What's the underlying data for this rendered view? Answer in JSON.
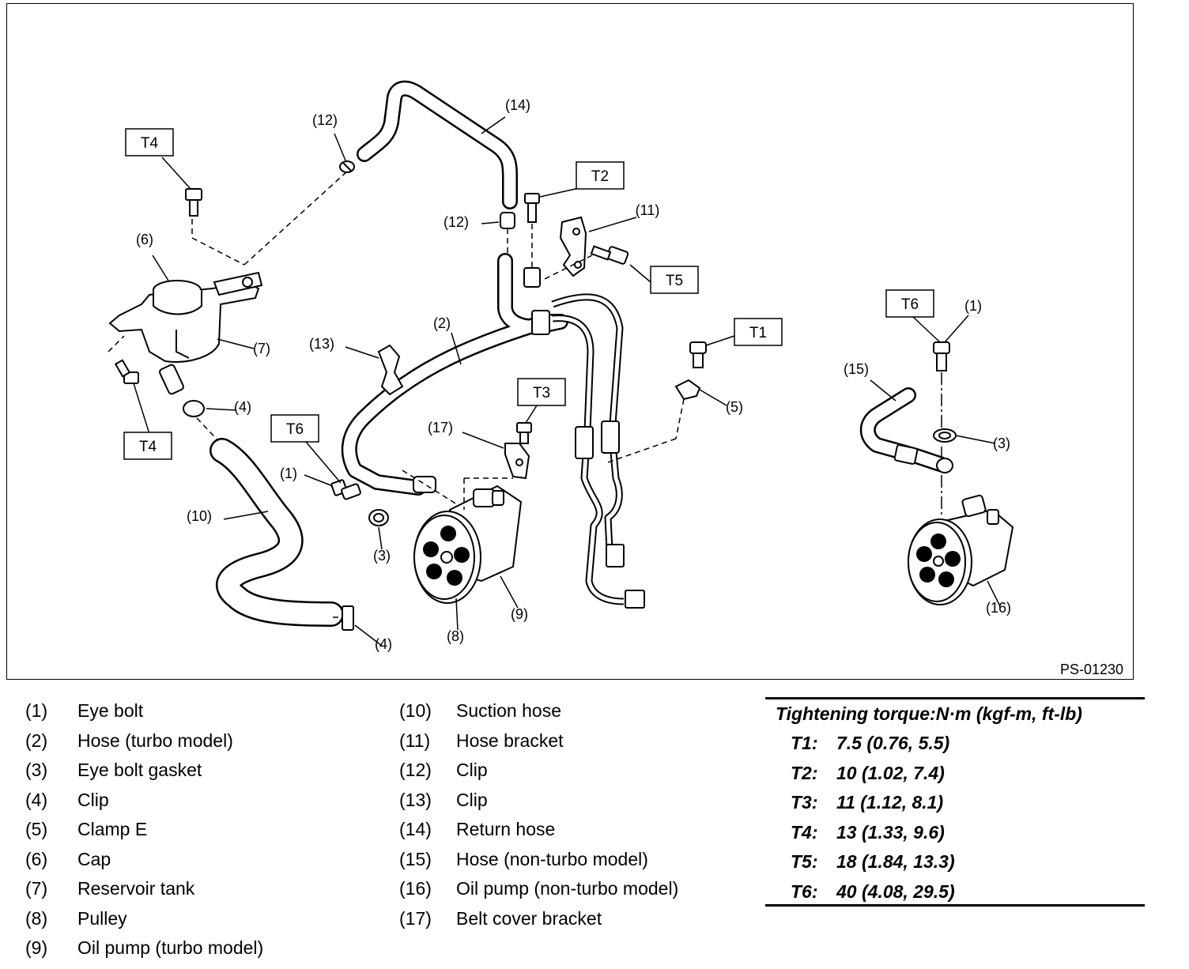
{
  "diagram": {
    "figure_code": "PS-01230",
    "torque_boxes": {
      "t4_top": "T4",
      "t4_bottom": "T4",
      "t2": "T2",
      "t5": "T5",
      "t1": "T1",
      "t3": "T3",
      "t6_left": "T6",
      "t6_right": "T6"
    },
    "callouts": {
      "c14": "(14)",
      "c12_top": "(12)",
      "c12_mid": "(12)",
      "c11": "(11)",
      "c6": "(6)",
      "c7": "(7)",
      "c4_upper": "(4)",
      "c4_lower": "(4)",
      "c2": "(2)",
      "c13": "(13)",
      "c5": "(5)",
      "c17": "(17)",
      "c1_left": "(1)",
      "c3_left": "(3)",
      "c10": "(10)",
      "c8": "(8)",
      "c9": "(9)",
      "c1_right": "(1)",
      "c15": "(15)",
      "c3_right": "(3)",
      "c16": "(16)"
    }
  },
  "legend": {
    "left": [
      {
        "num": "(1)",
        "name": "Eye bolt"
      },
      {
        "num": "(2)",
        "name": "Hose (turbo model)"
      },
      {
        "num": "(3)",
        "name": "Eye bolt gasket"
      },
      {
        "num": "(4)",
        "name": "Clip"
      },
      {
        "num": "(5)",
        "name": "Clamp E"
      },
      {
        "num": "(6)",
        "name": "Cap"
      },
      {
        "num": "(7)",
        "name": "Reservoir tank"
      },
      {
        "num": "(8)",
        "name": "Pulley"
      },
      {
        "num": "(9)",
        "name": "Oil pump (turbo model)"
      }
    ],
    "right": [
      {
        "num": "(10)",
        "name": "Suction hose"
      },
      {
        "num": "(11)",
        "name": "Hose bracket"
      },
      {
        "num": "(12)",
        "name": "Clip"
      },
      {
        "num": "(13)",
        "name": "Clip"
      },
      {
        "num": "(14)",
        "name": "Return hose"
      },
      {
        "num": "(15)",
        "name": "Hose (non-turbo model)"
      },
      {
        "num": "(16)",
        "name": "Oil pump (non-turbo model)"
      },
      {
        "num": "(17)",
        "name": "Belt cover bracket"
      }
    ]
  },
  "torque": {
    "title": "Tightening torque:N·m (kgf-m, ft-lb)",
    "rows": [
      {
        "key": "T1:",
        "value": "7.5 (0.76, 5.5)"
      },
      {
        "key": "T2:",
        "value": "10 (1.02, 7.4)"
      },
      {
        "key": "T3:",
        "value": "11 (1.12, 8.1)"
      },
      {
        "key": "T4:",
        "value": "13 (1.33, 9.6)"
      },
      {
        "key": "T5:",
        "value": "18 (1.84, 13.3)"
      },
      {
        "key": "T6:",
        "value": "40 (4.08, 29.5)"
      }
    ]
  }
}
